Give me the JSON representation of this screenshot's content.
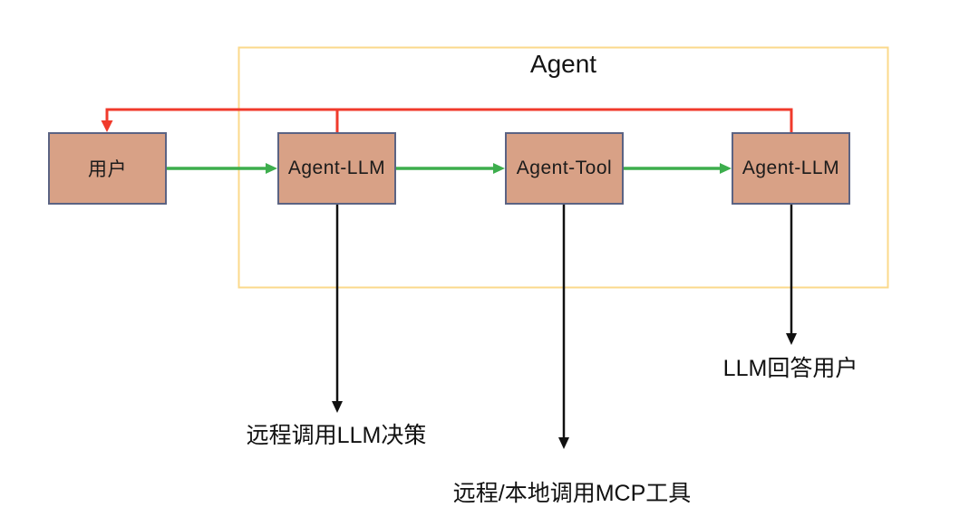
{
  "colors": {
    "node_fill": "#d8a186",
    "node_border": "#5b6383",
    "frame_yellow": "#fbd98b",
    "flow_green": "#3dae4d",
    "feedback_red": "#f03a2b",
    "callout_black": "#111111",
    "background": "#ffffff",
    "text": "#141414"
  },
  "diagram": {
    "title": "Agent",
    "nodes": {
      "user": "用户",
      "agent_llm_1": "Agent-LLM",
      "agent_tool": "Agent-Tool",
      "agent_llm_2": "Agent-LLM"
    },
    "annotations": {
      "llm_decision": "远程调用LLM决策",
      "mcp_tool": "远程/本地调用MCP工具",
      "llm_answer": "LLM回答用户"
    }
  }
}
